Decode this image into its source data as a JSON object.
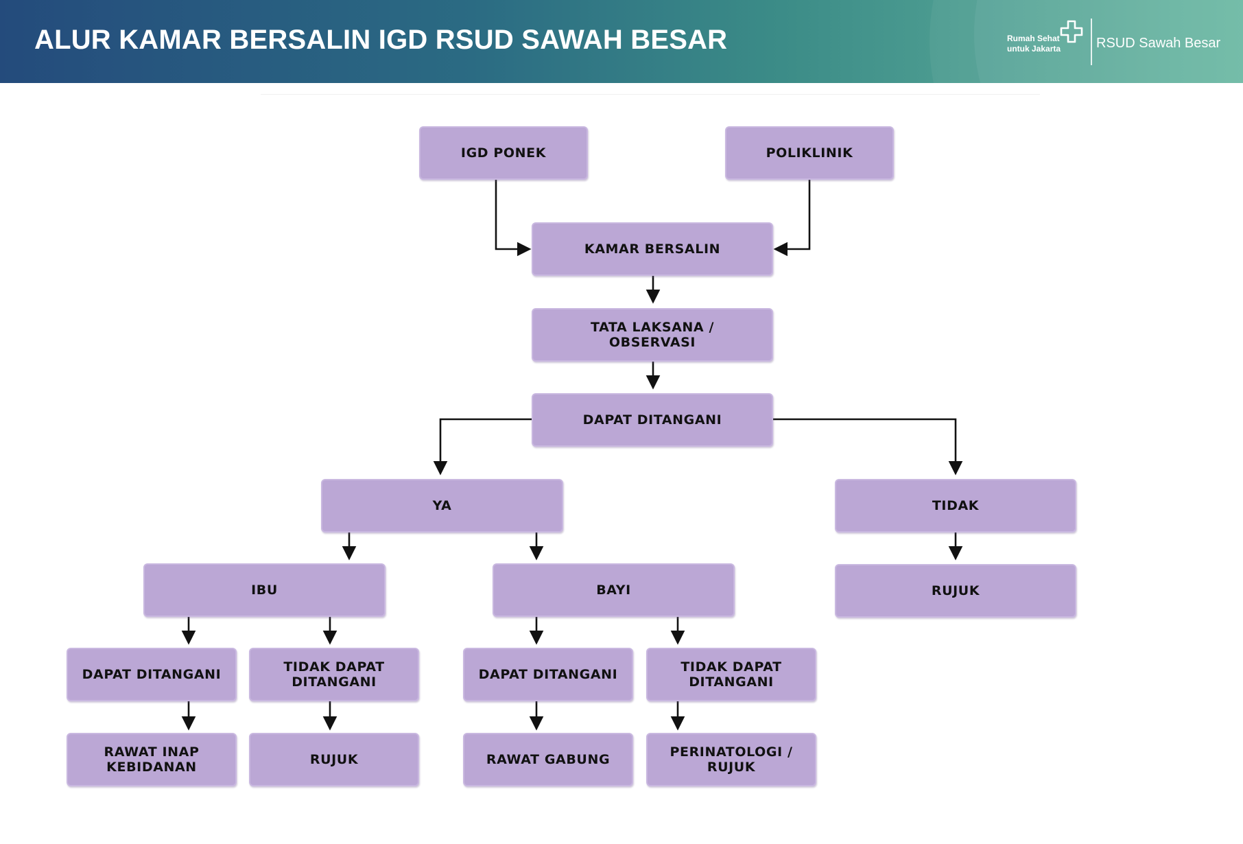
{
  "header": {
    "title": "ALUR KAMAR BERSALIN IGD RSUD SAWAH BESAR",
    "brand_tagline_line1": "Rumah Sehat",
    "brand_tagline_line2": "untuk Jakarta",
    "hospital_name": "RSUD Sawah Besar",
    "colors": {
      "gradient_start": "#244b7c",
      "gradient_end": "#66b6a0"
    },
    "icons": {
      "logo": "plus-cross-icon"
    }
  },
  "flowchart": {
    "colors": {
      "node_fill": "#bba7d5",
      "node_border": "#c9b8e0",
      "connector": "#111111"
    },
    "nodes": {
      "igd_ponek": "IGD PONEK",
      "poliklinik": "POLIKLINIK",
      "kamar_bersalin": "KAMAR BERSALIN",
      "tata_laksana": "TATA LAKSANA /\nOBSERVASI",
      "dapat_ditangani": "DAPAT DITANGANI",
      "ya": "YA",
      "tidak": "TIDAK",
      "rujuk_tidak": "RUJUK",
      "ibu": "IBU",
      "bayi": "BAYI",
      "ibu_dapat": "DAPAT DITANGANI",
      "ibu_tidak_dapat": "TIDAK DAPAT\nDITANGANI",
      "bayi_dapat": "DAPAT DITANGANI",
      "bayi_tidak_dapat": "TIDAK DAPAT\nDITANGANI",
      "rawat_inap": "RAWAT INAP\nKEBIDANAN",
      "rujuk_ibu": "RUJUK",
      "rawat_gabung": "RAWAT GABUNG",
      "perinatologi": "PERINATOLOGI /\nRUJUK"
    },
    "edges": [
      [
        "igd_ponek",
        "kamar_bersalin"
      ],
      [
        "poliklinik",
        "kamar_bersalin"
      ],
      [
        "kamar_bersalin",
        "tata_laksana"
      ],
      [
        "tata_laksana",
        "dapat_ditangani"
      ],
      [
        "dapat_ditangani",
        "ya"
      ],
      [
        "dapat_ditangani",
        "tidak"
      ],
      [
        "tidak",
        "rujuk_tidak"
      ],
      [
        "ya",
        "ibu"
      ],
      [
        "ya",
        "bayi"
      ],
      [
        "ibu",
        "ibu_dapat"
      ],
      [
        "ibu",
        "ibu_tidak_dapat"
      ],
      [
        "bayi",
        "bayi_dapat"
      ],
      [
        "bayi",
        "bayi_tidak_dapat"
      ],
      [
        "ibu_dapat",
        "rawat_inap"
      ],
      [
        "ibu_tidak_dapat",
        "rujuk_ibu"
      ],
      [
        "bayi_dapat",
        "rawat_gabung"
      ],
      [
        "bayi_tidak_dapat",
        "perinatologi"
      ]
    ]
  }
}
